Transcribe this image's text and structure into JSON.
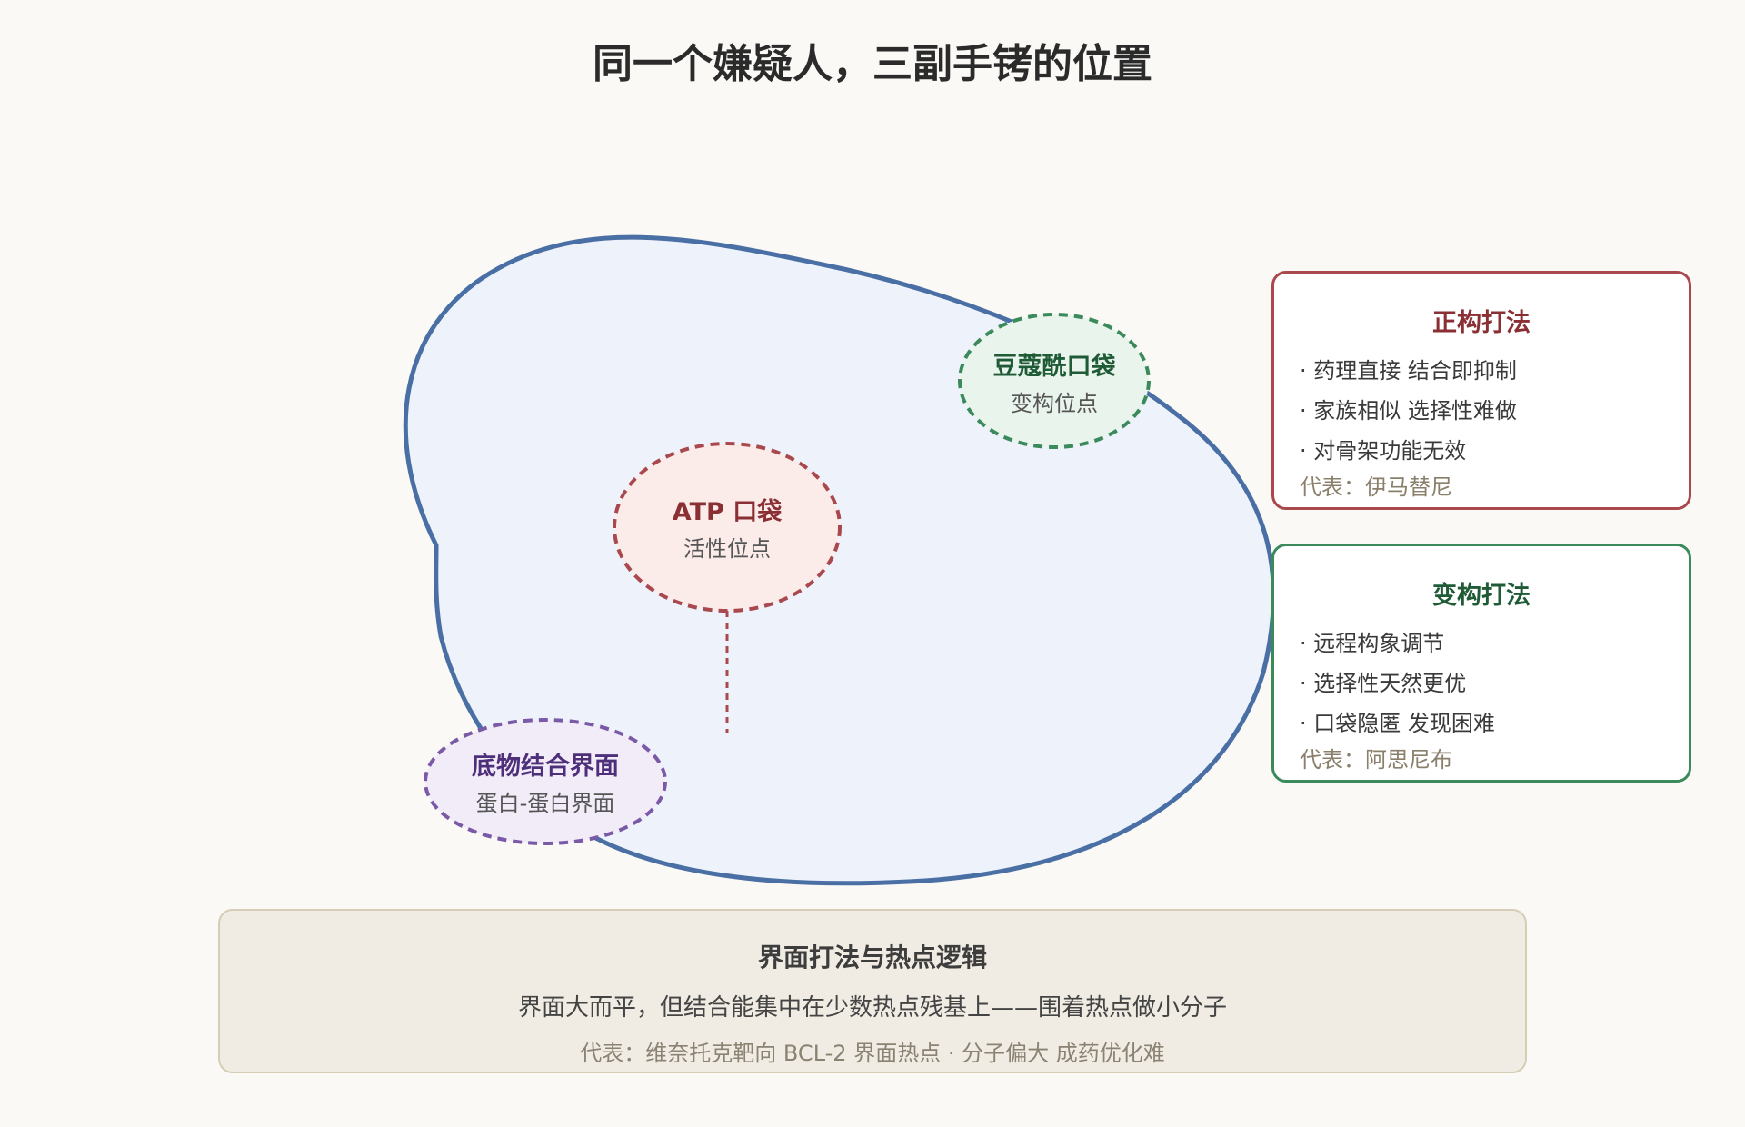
{
  "title": "同一个嫌疑人，三副手铐的位置",
  "colors": {
    "protein_stroke": "#4a6fa5",
    "protein_fill": "#eef3fb",
    "atp_stroke": "#a9484d",
    "atp_fill": "#fbecea",
    "myristoyl_stroke": "#3b8a5c",
    "myristoyl_fill": "#e9f4ec",
    "substrate_stroke": "#7a5aa6",
    "substrate_fill": "#f2ecf8"
  },
  "sites": {
    "atp": {
      "label": "ATP 口袋",
      "sub": "活性位点"
    },
    "myristoyl": {
      "label": "豆蔻酰口袋",
      "sub": "变构位点"
    },
    "substrate": {
      "label": "底物结合界面",
      "sub": "蛋白-蛋白界面"
    }
  },
  "cards": {
    "orthosteric": {
      "title": "正构打法",
      "items": [
        "· 药理直接 结合即抑制",
        "· 家族相似 选择性难做",
        "· 对骨架功能无效"
      ],
      "rep": "代表：伊马替尼"
    },
    "allosteric": {
      "title": "变构打法",
      "items": [
        "· 远程构象调节",
        "· 选择性天然更优",
        "· 口袋隐匿 发现困难"
      ],
      "rep": "代表：阿思尼布"
    }
  },
  "bottom": {
    "title": "界面打法与热点逻辑",
    "body": "界面大而平，但结合能集中在少数热点残基上——围着热点做小分子",
    "rep": "代表：维奈托克靶向 BCL-2 界面热点 · 分子偏大 成药优化难"
  }
}
